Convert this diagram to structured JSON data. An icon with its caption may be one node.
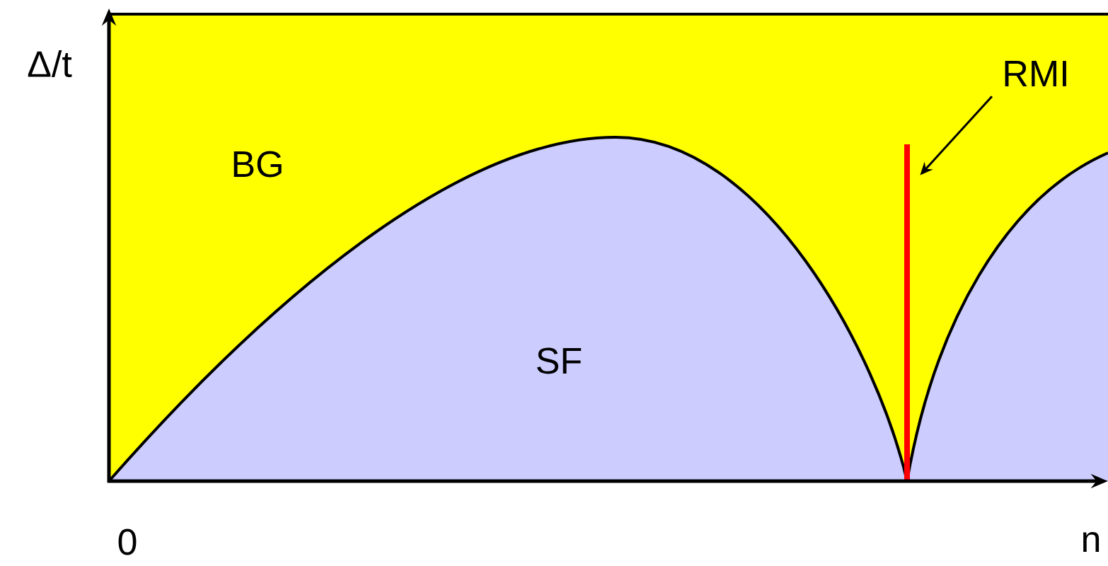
{
  "diagram": {
    "nodes": [
      {
        "text": [
          "BG"
        ]
      },
      {
        "text": [
          "SF"
        ],
        "in": 0
      },
      {
        "text": [
          "RMI"
        ],
        "in": 0
      },
      {
        "text": [],
        "shape": "bar",
        "in": 0
      }
    ],
    "edges": [
      {
        "from": 2,
        "to": 3,
        "arrow": "to"
      }
    ],
    "labels": [
      "Δ/t",
      "0",
      "n"
    ]
  }
}
